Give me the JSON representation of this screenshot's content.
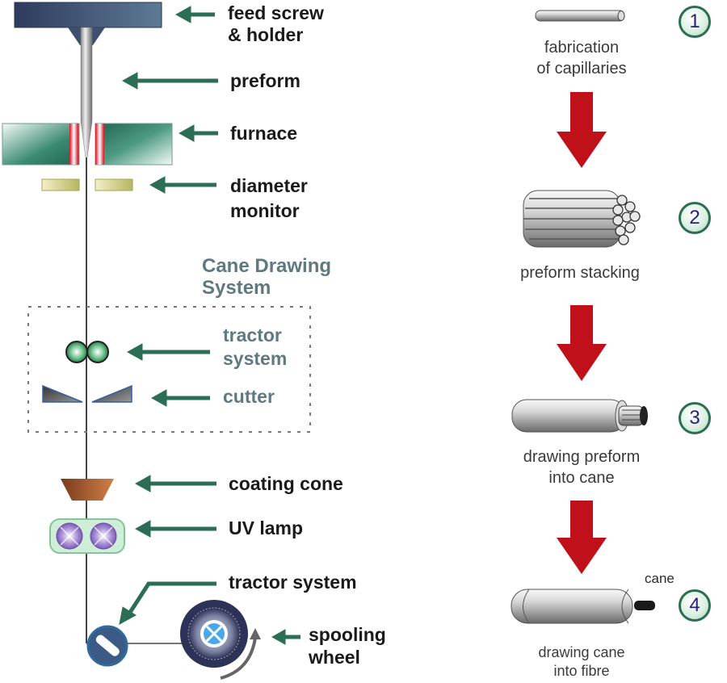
{
  "left_panel": {
    "labels": {
      "feed_screw": [
        "feed screw",
        "& holder"
      ],
      "preform": "preform",
      "furnace": "furnace",
      "diameter_monitor": [
        "diameter",
        "monitor"
      ],
      "cane_system_title": [
        "Cane Drawing",
        "System"
      ],
      "tractor_system_cane": [
        "tractor",
        "system"
      ],
      "cutter": "cutter",
      "coating_cone": "coating cone",
      "uv_lamp": "UV lamp",
      "tractor_system": "tractor system",
      "spooling_wheel": [
        "spooling",
        "wheel"
      ]
    }
  },
  "right_panel": {
    "steps": [
      {
        "number": "1",
        "caption": [
          "fabrication",
          "of capillaries"
        ]
      },
      {
        "number": "2",
        "caption": [
          "preform stacking"
        ]
      },
      {
        "number": "3",
        "caption": [
          "drawing preform",
          "into cane"
        ]
      },
      {
        "number": "4",
        "caption": [
          "drawing cane",
          "into fibre"
        ],
        "annotation": "cane"
      }
    ]
  },
  "colors": {
    "arrow_green": "#2b6e55",
    "flow_arrow_red": "#c0101a",
    "holder_blue": "#3a4a6e",
    "furnace_green": "#2e7d66",
    "heater_red": "#e0202a",
    "monitor_yellow": "#c9c77a",
    "coating_brown": "#a0522d",
    "uv_purple": "#8e6fc4",
    "label_grey": "#5e7a80"
  }
}
